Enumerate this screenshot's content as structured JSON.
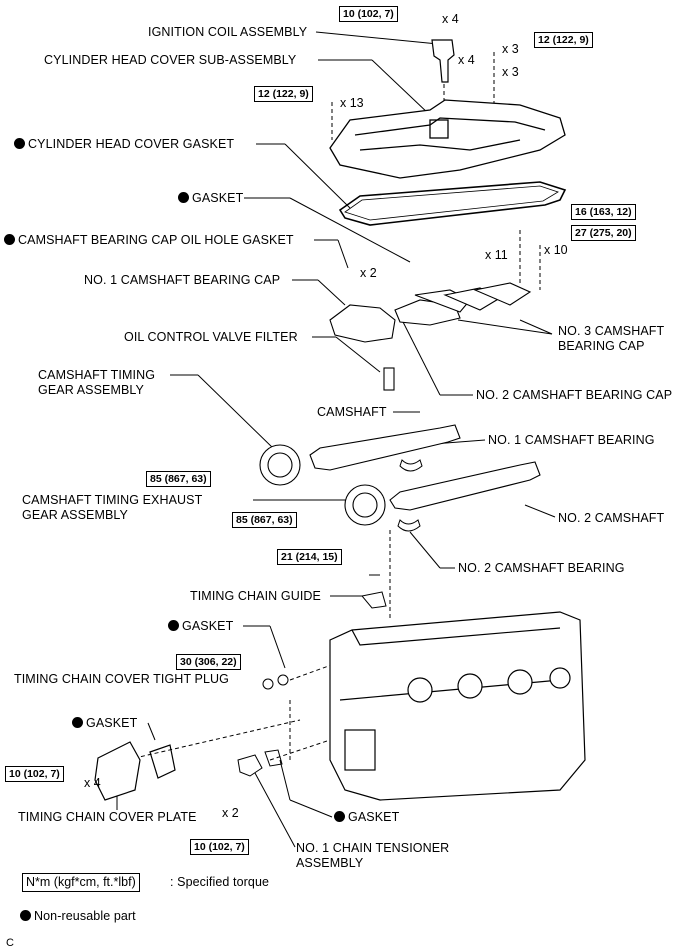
{
  "labels": {
    "ignition_coil": "IGNITION COIL ASSEMBLY",
    "cyl_head_cover": "CYLINDER HEAD COVER SUB-ASSEMBLY",
    "cyl_head_cover_gasket": "CYLINDER HEAD COVER GASKET",
    "gasket_top": "GASKET",
    "cam_cap_oil_hole_gasket": "CAMSHAFT BEARING CAP OIL HOLE GASKET",
    "no1_cam_cap": "NO. 1 CAMSHAFT BEARING CAP",
    "no3_cam_cap": "NO. 3 CAMSHAFT\nBEARING CAP",
    "ocv_filter": "OIL CONTROL VALVE FILTER",
    "no2_cam_cap": "NO. 2 CAMSHAFT BEARING CAP",
    "cam_timing_gear": "CAMSHAFT TIMING\nGEAR ASSEMBLY",
    "camshaft": "CAMSHAFT",
    "no1_cam_bearing": "NO. 1 CAMSHAFT BEARING",
    "cam_timing_exhaust_gear": "CAMSHAFT TIMING EXHAUST\nGEAR ASSEMBLY",
    "no2_camshaft": "NO. 2 CAMSHAFT",
    "no2_cam_bearing": "NO. 2 CAMSHAFT BEARING",
    "timing_chain_guide": "TIMING CHAIN GUIDE",
    "gasket_plug": "GASKET",
    "tc_cover_tight_plug": "TIMING CHAIN COVER TIGHT PLUG",
    "gasket_plate": "GASKET",
    "tc_cover_plate": "TIMING CHAIN COVER PLATE",
    "gasket_tensioner": "GASKET",
    "no1_chain_tensioner": "NO. 1 CHAIN TENSIONER\nASSEMBLY"
  },
  "torques": {
    "coil_bolt": "10 (102, 7)",
    "cover_stud": "12 (122, 9)",
    "cover_bolt": "12 (122, 9)",
    "no1_cap_bolt": "16 (163, 12)",
    "no3_cap_bolt": "27 (275, 20)",
    "intake_gear_bolt": "85 (867, 63)",
    "exhaust_gear_bolt": "85 (867, 63)",
    "guide_bolt": "21 (214, 15)",
    "plug": "30 (306, 22)",
    "plate_bolt": "10 (102, 7)",
    "tensioner_bolt": "10 (102, 7)"
  },
  "quantities": {
    "coil_bolt": "x 4",
    "coil": "x 4",
    "cover_stud": "x 3",
    "cover_seal": "x 3",
    "cover_bolt": "x 13",
    "oil_hole_gasket": "x 2",
    "no1_cap_bolt": "x 11",
    "no3_cap_bolt": "x 10",
    "plate_bolt": "x 4",
    "tensioner_bolt": "x 2"
  },
  "legend": {
    "torque_format": "N*m (kgf*cm, ft.*lbf)",
    "torque_desc": ": Specified torque",
    "non_reusable": "Non-reusable part"
  },
  "figure_code": "C"
}
